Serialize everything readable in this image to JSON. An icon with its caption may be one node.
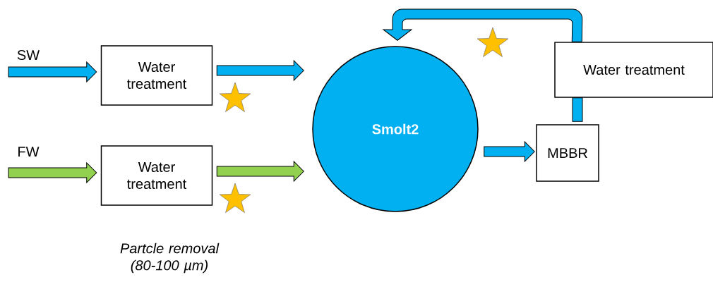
{
  "diagram": {
    "nodes": [
      {
        "text": [
          "Water treatment"
        ]
      },
      {
        "text": [
          "Water treatment"
        ]
      },
      {
        "text": [
          "Smolt2"
        ]
      },
      {
        "text": [
          "MBBR"
        ]
      },
      {
        "text": [
          "Water treatment"
        ]
      }
    ],
    "edges": [
      {
        "from": null,
        "to": 0,
        "arrow": "to",
        "label": "SW"
      },
      {
        "from": null,
        "to": 1,
        "arrow": "to",
        "label": "FW",
        "color": "#92d050"
      },
      {
        "from": 0,
        "to": 2,
        "arrow": "to"
      },
      {
        "from": 1,
        "to": 2,
        "arrow": "to",
        "color": "#92d050"
      },
      {
        "from": 2,
        "to": 3,
        "arrow": "to"
      },
      {
        "from": 3,
        "to": 4,
        "arrow": "none"
      },
      {
        "from": 4,
        "to": 2,
        "arrow": "to"
      }
    ],
    "labels": [
      "Partcle removal (80-100 µm)"
    ]
  }
}
